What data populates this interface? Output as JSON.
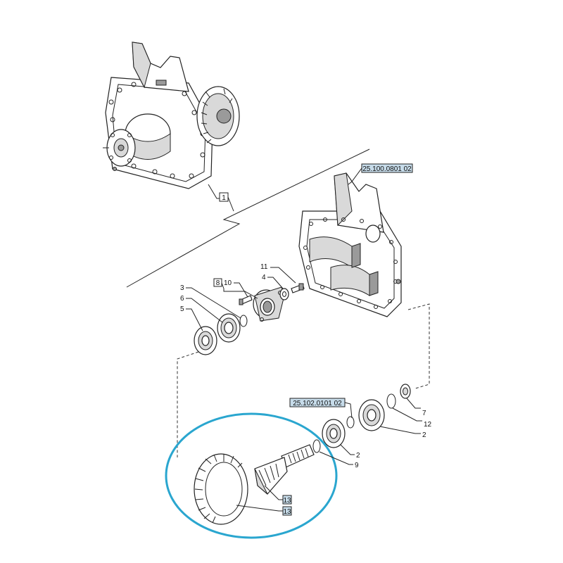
{
  "callouts": {
    "c1": "1",
    "c2a": "2",
    "c2b": "2",
    "c3": "3",
    "c4": "4",
    "c5": "5",
    "c6": "6",
    "c7": "7",
    "c8": "8",
    "c9": "9",
    "c10": "10",
    "c11": "11",
    "c12": "12",
    "c13a": "13",
    "c13b": "13"
  },
  "references": {
    "housing_ref": "25.100.0801 02",
    "bearing_ref": "25.102.0101 02"
  },
  "colors": {
    "highlight_ellipse": "#2aa6cf",
    "reference_box_fill": "#c7dcea",
    "line": "#222222"
  }
}
